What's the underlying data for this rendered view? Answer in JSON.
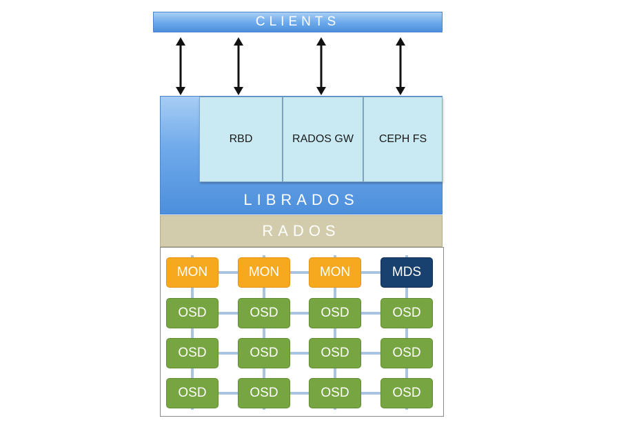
{
  "clients": {
    "label": "CLIENTS"
  },
  "librados": {
    "label": "LIBRADOS"
  },
  "gateways": [
    {
      "label": "RBD"
    },
    {
      "label": "RADOS GW"
    },
    {
      "label": "CEPH FS"
    }
  ],
  "rados": {
    "label": "RADOS"
  },
  "cluster": {
    "rows": [
      [
        "MON",
        "MON",
        "MON",
        "MDS"
      ],
      [
        "OSD",
        "OSD",
        "OSD",
        "OSD"
      ],
      [
        "OSD",
        "OSD",
        "OSD",
        "OSD"
      ],
      [
        "OSD",
        "OSD",
        "OSD",
        "OSD"
      ]
    ]
  },
  "colors": {
    "clients_blue": "#6aa8ea",
    "gateway_fill": "#c9eaf2",
    "rados_tan": "#d2ccac",
    "mon_orange": "#f6a81f",
    "mds_navy": "#18416f",
    "osd_green": "#77a541",
    "connector": "#a9c3e0"
  }
}
